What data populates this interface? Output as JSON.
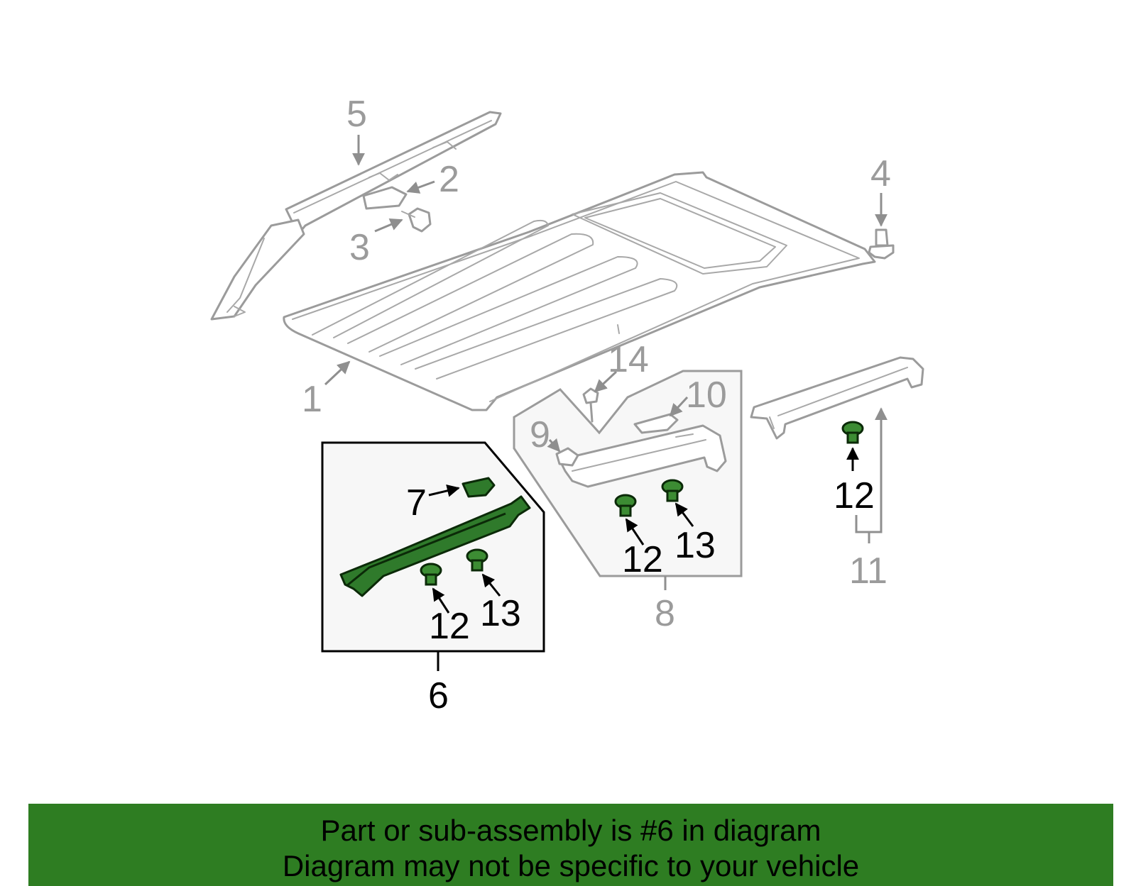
{
  "callouts": {
    "c1": "1",
    "c2": "2",
    "c3": "3",
    "c4": "4",
    "c5": "5",
    "c6": "6",
    "c7": "7",
    "c8": "8",
    "c9": "9",
    "c10": "10",
    "c11": "11",
    "c12a": "12",
    "c12b": "12",
    "c12c": "12",
    "c13a": "13",
    "c13b": "13",
    "c14": "14"
  },
  "banner": {
    "line1": "Part or sub-assembly is #6 in diagram",
    "line2": "Diagram may not be specific to your vehicle"
  },
  "colors": {
    "highlight_part": "#2f7a2b",
    "banner_bg": "#2e7d22",
    "callout_gray": "#9b9b9b"
  }
}
